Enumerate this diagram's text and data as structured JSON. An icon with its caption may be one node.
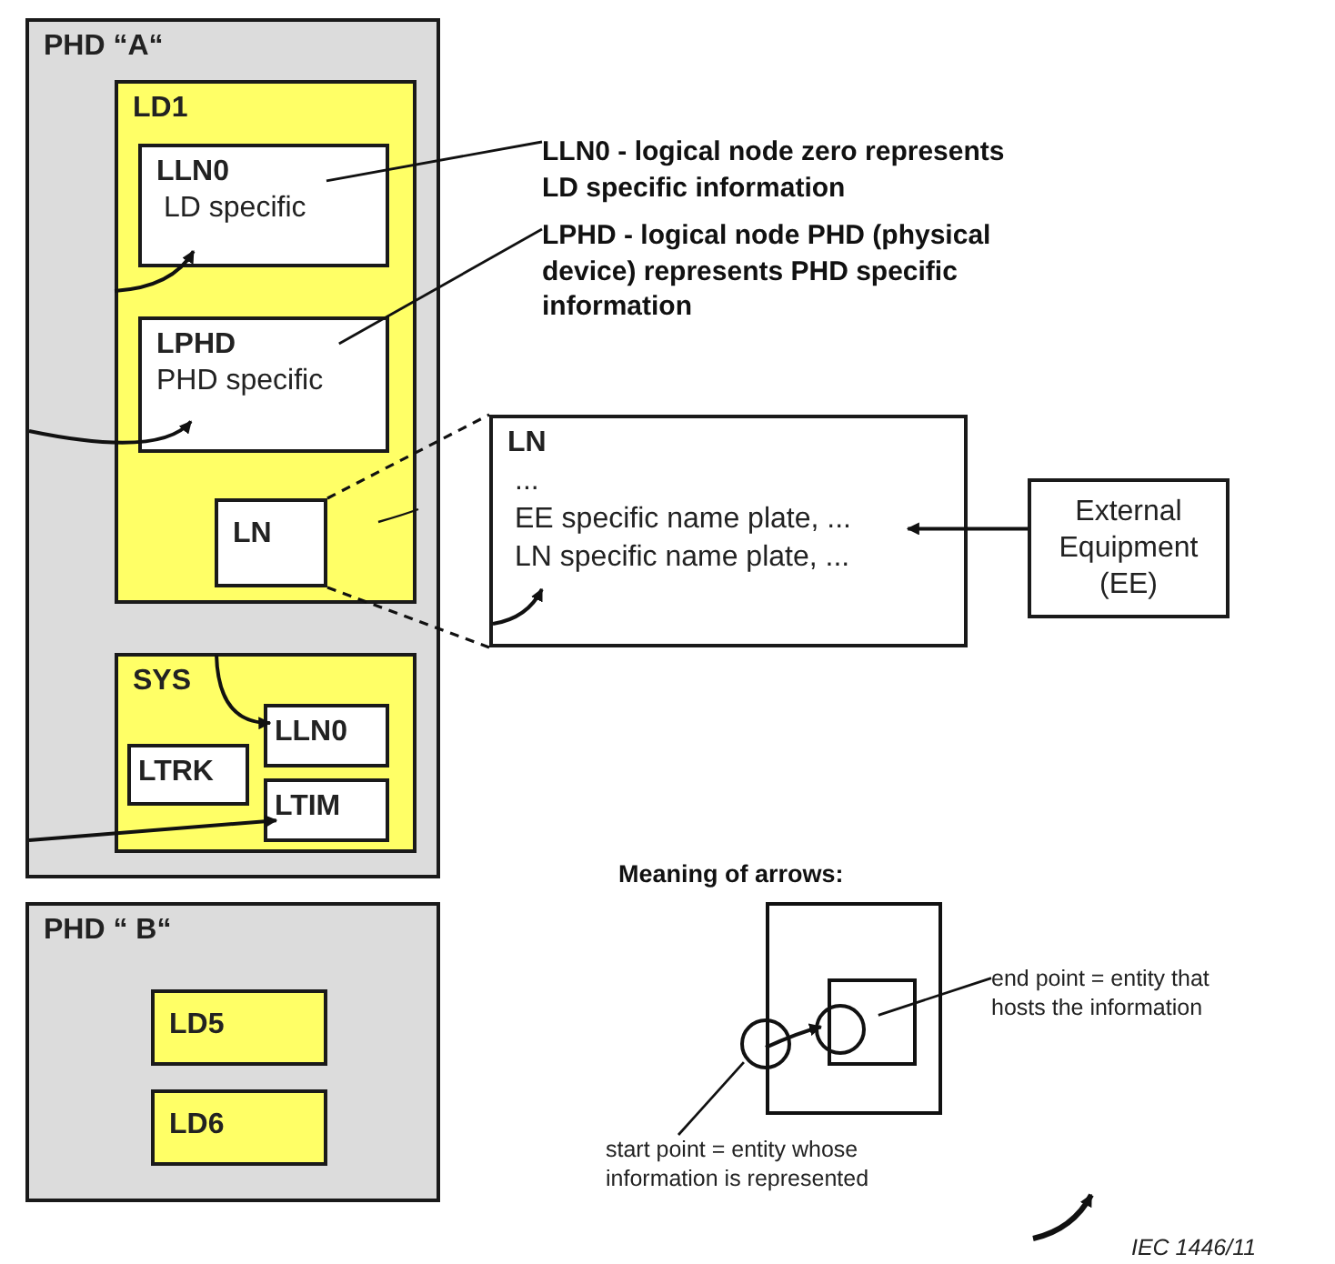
{
  "diagram": {
    "nodes": [
      {
        "text": [
          "PHD “A“"
        ]
      },
      {
        "text": [
          "LD1"
        ],
        "in": 0
      },
      {
        "text": [
          "LLN0",
          "LD specific"
        ],
        "in": 1
      },
      {
        "text": [
          "LPHD",
          "PHD specific"
        ],
        "in": 1
      },
      {
        "text": [
          "LN"
        ],
        "in": 1
      },
      {
        "text": [
          "LN",
          "...",
          "EE specific name plate, ...",
          "LN specific name plate, ..."
        ]
      },
      {
        "text": [
          "External Equipment (EE)"
        ]
      },
      {
        "text": [
          "SYS"
        ],
        "in": 0
      },
      {
        "text": [
          "LLN0"
        ],
        "in": 7
      },
      {
        "text": [
          "LTRK"
        ],
        "in": 7
      },
      {
        "text": [
          "LTIM"
        ],
        "in": 7
      },
      {
        "text": [
          "PHD “ B“"
        ]
      },
      {
        "text": [
          "LD5"
        ],
        "in": 11
      },
      {
        "text": [
          "LD6"
        ],
        "in": 11
      },
      {
        "text": [
          "LLN0 - logical node zero represents LD specific information"
        ]
      },
      {
        "text": [
          "LPHD - logical node PHD (physical device) represents PHD specific information"
        ]
      },
      {
        "text": [],
        "shape": "box"
      },
      {
        "text": [],
        "shape": "box",
        "in": 16
      },
      {
        "text": [],
        "shape": "circle"
      },
      {
        "text": [],
        "shape": "circle",
        "in": 16
      },
      {
        "text": [
          "end point = entity that hosts the information"
        ]
      },
      {
        "text": [
          "start point = entity whose information is represented"
        ]
      }
    ],
    "edges": [
      {
        "from": 14,
        "to": 2,
        "arrow": "none"
      },
      {
        "from": 15,
        "to": 3,
        "arrow": "none"
      },
      {
        "from": 4,
        "to": 5,
        "arrow": "none",
        "style": "dashed"
      },
      {
        "from": 4,
        "to": 5,
        "arrow": "none",
        "style": "dashed"
      },
      {
        "from": 6,
        "to": 5,
        "arrow": "to"
      },
      {
        "from": null,
        "to": 2,
        "arrow": "to"
      },
      {
        "from": null,
        "to": 3,
        "arrow": "to"
      },
      {
        "from": null,
        "to": 5,
        "arrow": "to"
      },
      {
        "from": null,
        "to": 8,
        "arrow": "to"
      },
      {
        "from": null,
        "to": 10,
        "arrow": "to"
      },
      {
        "from": 20,
        "to": 17,
        "arrow": "none"
      },
      {
        "from": 21,
        "to": 18,
        "arrow": "none"
      },
      {
        "from": 18,
        "to": 19,
        "arrow": "to"
      }
    ],
    "labels": [
      "Meaning of arrows:",
      "IEC 1446/11"
    ]
  }
}
